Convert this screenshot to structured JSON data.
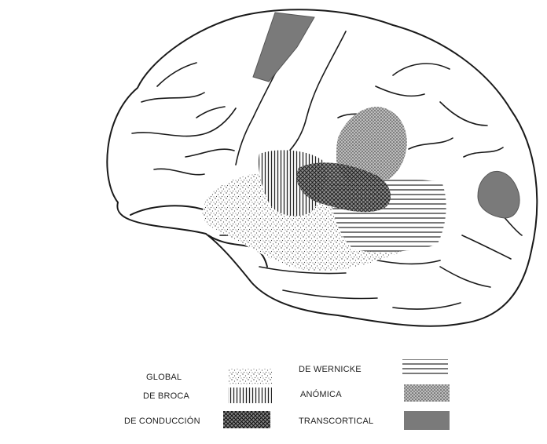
{
  "diagram": {
    "legend": [
      {
        "label": "GLOBAL",
        "pattern": "stipple"
      },
      {
        "label": "DE BROCA",
        "pattern": "vertical-hatch"
      },
      {
        "label": "DE CONDUCCIÓN",
        "pattern": "crosshatch"
      },
      {
        "label": "DE WERNICKE",
        "pattern": "horizontal-lines"
      },
      {
        "label": "ANÓMICA",
        "pattern": "dense-stipple"
      },
      {
        "label": "TRANSCORTICAL",
        "pattern": "gray-fill"
      }
    ],
    "colors": {
      "ink": "#1a1a1a",
      "transcortical": "#7a7a7a",
      "stipple": "#555555"
    }
  }
}
